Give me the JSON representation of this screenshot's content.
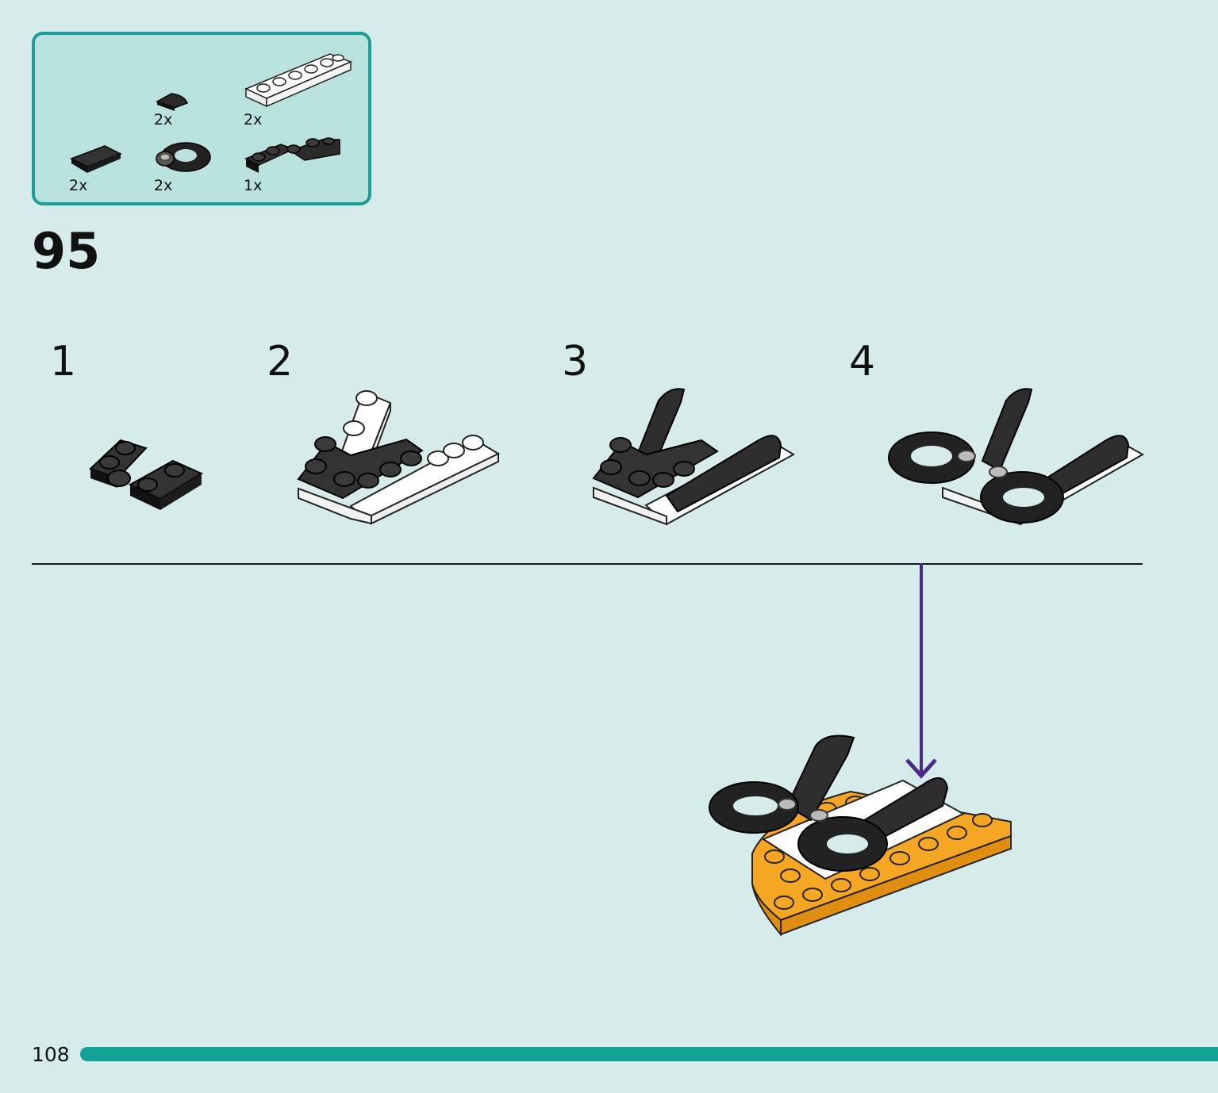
{
  "parts_list": {
    "items": [
      {
        "icon": "black-quarter-round-tile-icon",
        "qty": "2x"
      },
      {
        "icon": "white-1x6-plate-icon",
        "qty": "2x"
      },
      {
        "icon": "black-1x2-tile-icon",
        "qty": "2x"
      },
      {
        "icon": "black-ring-plate-icon",
        "qty": "2x"
      },
      {
        "icon": "black-hinge-plate-icon",
        "qty": "1x"
      }
    ]
  },
  "step": {
    "number": "95",
    "substeps": [
      {
        "number": "1",
        "image": "black-hinge-plate-assembly-icon"
      },
      {
        "number": "2",
        "image": "white-plates-attached-icon"
      },
      {
        "number": "3",
        "image": "black-tiles-attached-icon"
      },
      {
        "number": "4",
        "image": "scissors-handles-attached-icon"
      }
    ],
    "result_image": "scissors-on-orange-wedge-icon",
    "arrow_color": "#4a2a8a"
  },
  "footer": {
    "page_number": "108",
    "accent_color": "#13a396"
  }
}
